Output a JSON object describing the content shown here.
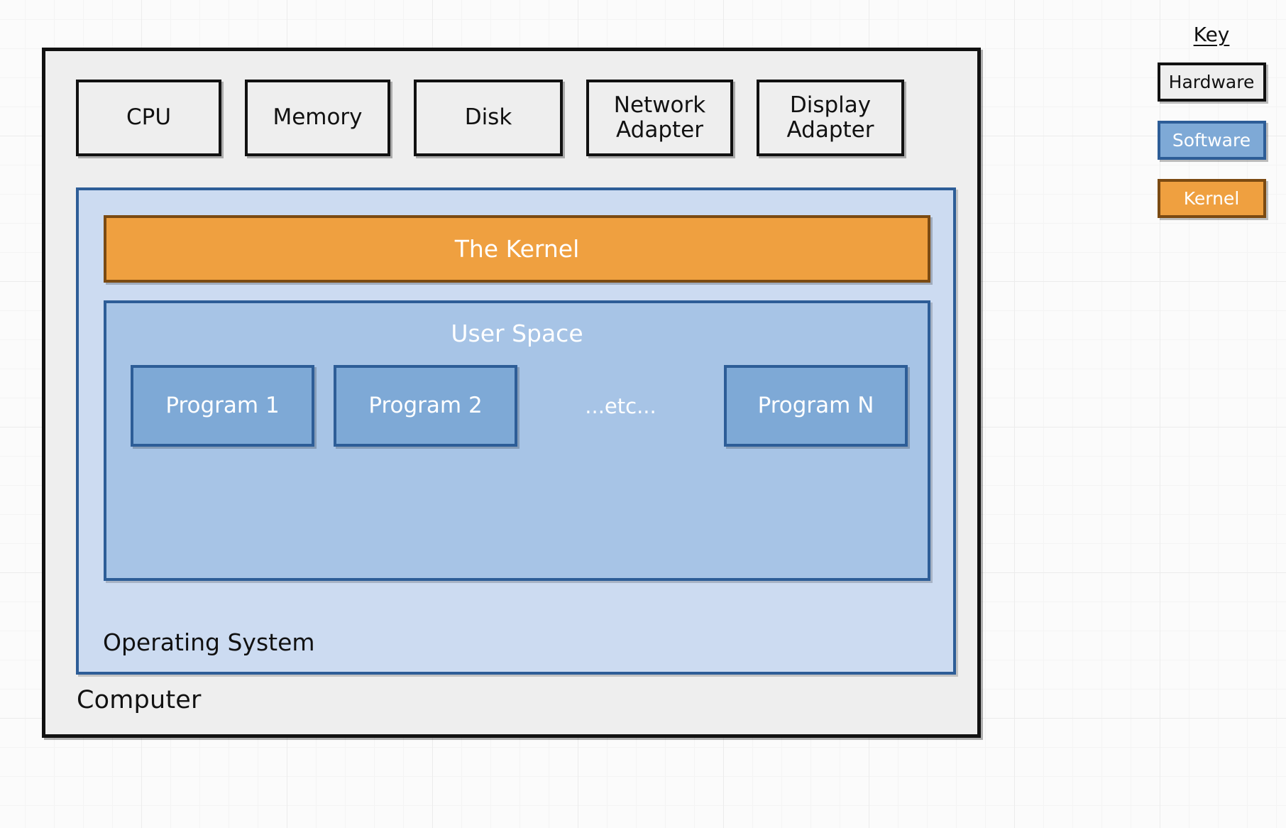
{
  "diagram": {
    "computer": {
      "label": "Computer",
      "hardware": [
        {
          "name": "cpu",
          "label": "CPU"
        },
        {
          "name": "memory",
          "label": "Memory"
        },
        {
          "name": "disk",
          "label": "Disk"
        },
        {
          "name": "network-adapter",
          "label": "Network\nAdapter"
        },
        {
          "name": "display-adapter",
          "label": "Display\nAdapter"
        }
      ],
      "operating_system": {
        "label": "Operating System",
        "kernel": {
          "label": "The Kernel"
        },
        "user_space": {
          "label": "User Space",
          "programs": [
            {
              "name": "program-1",
              "label": "Program 1"
            },
            {
              "name": "program-2",
              "label": "Program 2"
            },
            {
              "name": "program-n",
              "label": "Program N"
            }
          ],
          "etc_label": "...etc..."
        }
      }
    }
  },
  "key": {
    "title": "Key",
    "items": [
      {
        "label": "Hardware",
        "fill": "#eeeeee",
        "stroke": "#111111",
        "text": "#111111"
      },
      {
        "label": "Software",
        "fill": "#7ea9d6",
        "stroke": "#2d5d97",
        "text": "#ffffff"
      },
      {
        "label": "Kernel",
        "fill": "#efa040",
        "stroke": "#7b4a12",
        "text": "#ffffff"
      }
    ]
  },
  "colors": {
    "background": "#fbfbfb",
    "grid_minor": "#f4f4f4",
    "grid_major": "#ececec",
    "hardware_fill": "#eeeeee",
    "hardware_stroke": "#111111",
    "os_fill": "#ccdbf1",
    "os_stroke": "#2d5d97",
    "userspace_fill": "#a7c4e6",
    "program_fill": "#7ea9d6",
    "kernel_fill": "#efa040",
    "kernel_stroke": "#7b4a12"
  }
}
